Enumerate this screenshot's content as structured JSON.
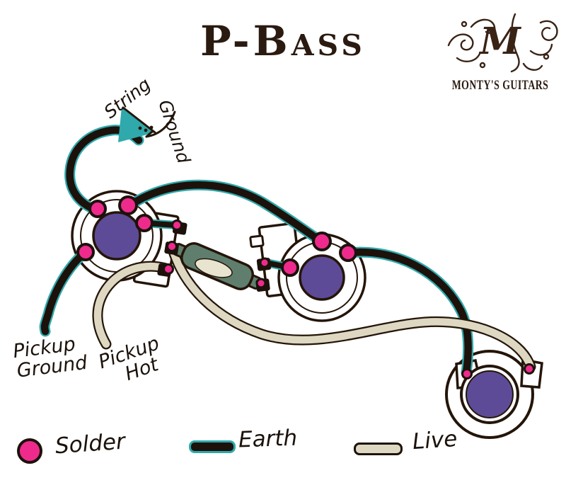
{
  "title": "P-Bass",
  "logo": {
    "caption": "MONTY'S GUITARS",
    "monogram": "M"
  },
  "annotations": {
    "string_ground": {
      "word1": "String",
      "word2": "Ground"
    },
    "pickup_ground": {
      "word1": "Pickup",
      "word2": "Ground"
    },
    "pickup_hot": {
      "word1": "Pickup",
      "word2": "Hot"
    }
  },
  "legend": {
    "items": [
      {
        "id": "solder",
        "label": "Solder",
        "swatch": "pink-dot",
        "color": "#ee2b8d"
      },
      {
        "id": "earth",
        "label": "Earth",
        "swatch": "black-wire",
        "color": "#1c120b"
      },
      {
        "id": "live",
        "label": "Live",
        "swatch": "cream-wire",
        "color": "#ded8c2"
      }
    ]
  },
  "components": {
    "volume_pot": "volume potentiometer",
    "tone_pot": "tone potentiometer",
    "capacitor": "tone capacitor",
    "output_jack": "output jack"
  },
  "colors": {
    "solder_pink": "#ee2b8d",
    "pot_purple": "#5d4b97",
    "earth_black": "#1c120b",
    "earth_teal_halo": "#2fa9ac",
    "live_cream": "#ded8c2",
    "capacitor_green": "#5f7e6e",
    "ink": "#241509"
  }
}
